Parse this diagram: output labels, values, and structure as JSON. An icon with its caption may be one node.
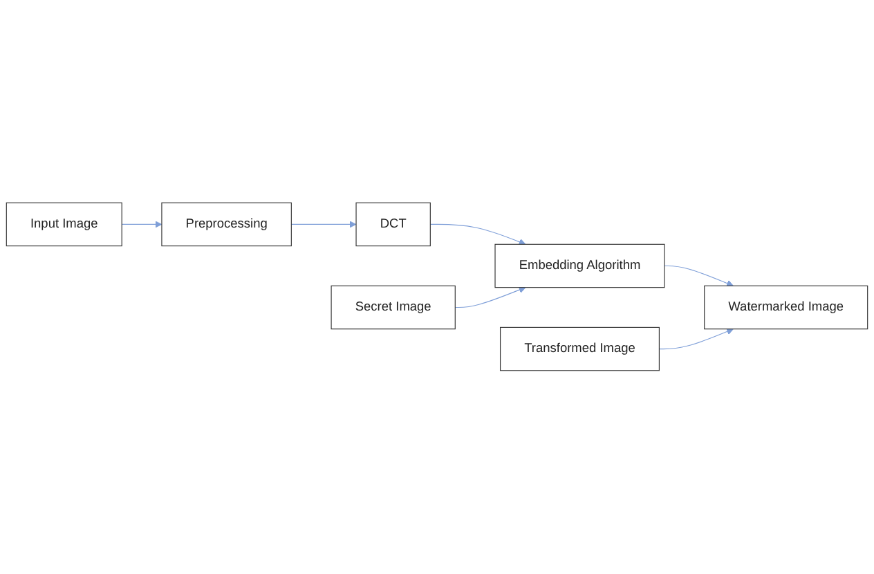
{
  "diagram": {
    "nodes": [
      {
        "text": [
          "Input Image"
        ]
      },
      {
        "text": [
          "Preprocessing"
        ]
      },
      {
        "text": [
          "DCT"
        ]
      },
      {
        "text": [
          "Secret Image"
        ]
      },
      {
        "text": [
          "Embedding Algorithm"
        ]
      },
      {
        "text": [
          "Transformed Image"
        ]
      },
      {
        "text": [
          "Watermarked Image"
        ]
      }
    ],
    "edges": [
      {
        "from": 0,
        "to": 1,
        "arrow": "to"
      },
      {
        "from": 1,
        "to": 2,
        "arrow": "to"
      },
      {
        "from": 2,
        "to": 4,
        "arrow": "to"
      },
      {
        "from": 3,
        "to": 4,
        "arrow": "to"
      },
      {
        "from": 4,
        "to": 6,
        "arrow": "to"
      },
      {
        "from": 5,
        "to": 6,
        "arrow": "to"
      }
    ]
  }
}
